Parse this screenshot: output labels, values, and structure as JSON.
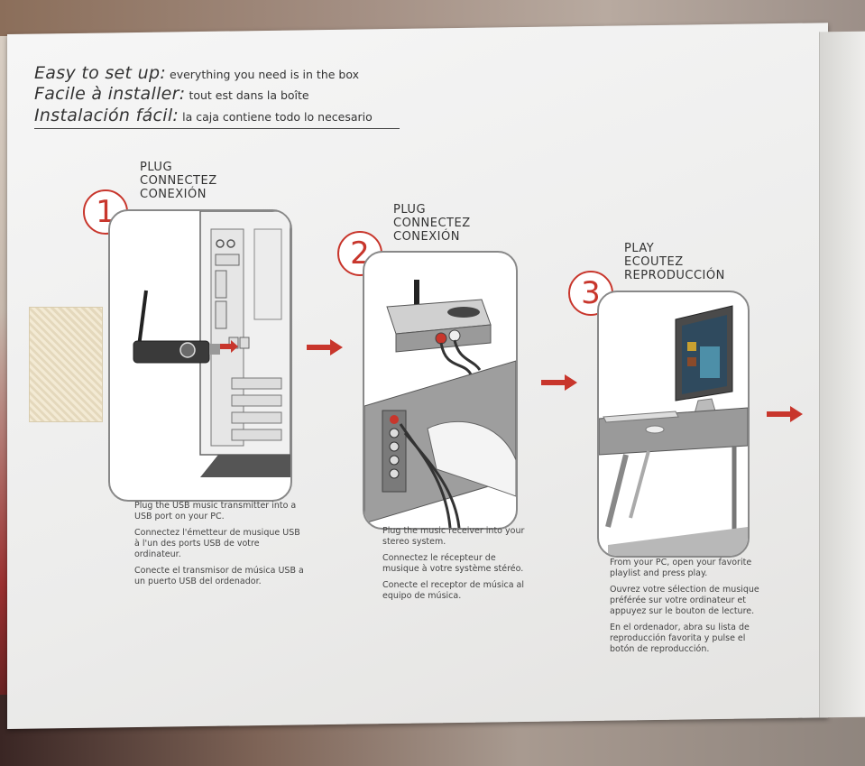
{
  "header": {
    "line1_bold": "Easy to set up:",
    "line1_rest": " everything you need is in the box",
    "line2_bold": "Facile à installer:",
    "line2_rest": " tout est dans la boîte",
    "line3_bold": "Instalación fácil:",
    "line3_rest": " la caja contiene todo lo necesario"
  },
  "steps": [
    {
      "number": "1",
      "labels": [
        "PLUG",
        "CONNECTEZ",
        "CONEXIÓN"
      ],
      "caption": [
        "Plug the USB music transmitter into a USB port on your PC.",
        "Connectez l'émetteur de musique USB à l'un des ports USB de votre ordinateur.",
        "Conecte el transmisor de música USB a un puerto USB del ordenador."
      ]
    },
    {
      "number": "2",
      "labels": [
        "PLUG",
        "CONNECTEZ",
        "CONEXIÓN"
      ],
      "caption": [
        "Plug the music receiver into your stereo system.",
        "Connectez le récepteur de musique à votre système stéréo.",
        "Conecte el receptor de música al equipo de música."
      ]
    },
    {
      "number": "3",
      "labels": [
        "PLAY",
        "ECOUTEZ",
        "REPRODUCCIÓN"
      ],
      "caption": [
        "From your PC, open your favorite playlist and press play.",
        "Ouvrez votre sélection de musique préférée sur votre ordinateur et appuyez sur le bouton de lecture.",
        "En el ordenador, abra su lista de reproducción favorita y pulse el botón de reproducción."
      ]
    }
  ],
  "colors": {
    "accent": "#c8362c",
    "ink": "#333333",
    "panel_border": "#888888"
  },
  "icons": [
    "arrow-right-icon",
    "usb-transmitter-icon",
    "music-receiver-icon",
    "rca-cable-icon",
    "desktop-monitor-icon"
  ]
}
